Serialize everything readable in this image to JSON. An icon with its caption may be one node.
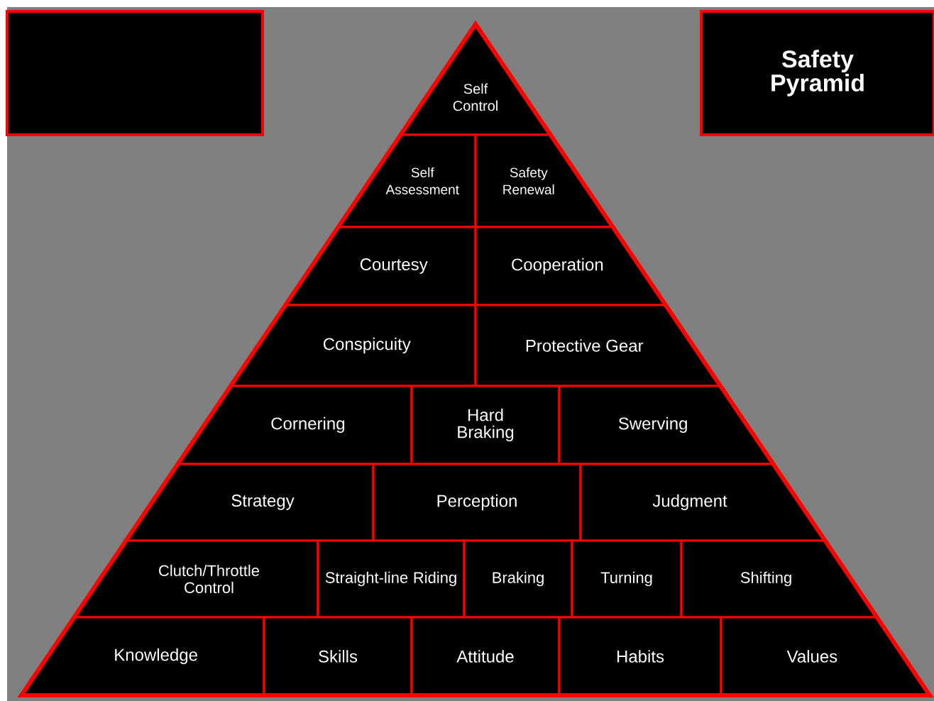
{
  "diagram": {
    "nodes": [
      {
        "text": [],
        "shape": "box"
      },
      {
        "text": [
          "Safety Pyramid"
        ]
      },
      {
        "text": [
          "Self Control"
        ]
      },
      {
        "text": [
          "Self Assessment"
        ]
      },
      {
        "text": [
          "Safety Renewal"
        ]
      },
      {
        "text": [
          "Courtesy"
        ]
      },
      {
        "text": [
          "Cooperation"
        ]
      },
      {
        "text": [
          "Conspicuity"
        ]
      },
      {
        "text": [
          "Protective Gear"
        ]
      },
      {
        "text": [
          "Cornering"
        ]
      },
      {
        "text": [
          "Hard Braking"
        ]
      },
      {
        "text": [
          "Swerving"
        ]
      },
      {
        "text": [
          "Strategy"
        ]
      },
      {
        "text": [
          "Perception"
        ]
      },
      {
        "text": [
          "Judgment"
        ]
      },
      {
        "text": [
          "Clutch/Throttle Control"
        ]
      },
      {
        "text": [
          "Straight-line Riding"
        ]
      },
      {
        "text": [
          "Braking"
        ]
      },
      {
        "text": [
          "Turning"
        ]
      },
      {
        "text": [
          "Shifting"
        ]
      },
      {
        "text": [
          "Knowledge"
        ]
      },
      {
        "text": [
          "Skills"
        ]
      },
      {
        "text": [
          "Attitude"
        ]
      },
      {
        "text": [
          "Habits"
        ]
      },
      {
        "text": [
          "Values"
        ]
      }
    ]
  }
}
